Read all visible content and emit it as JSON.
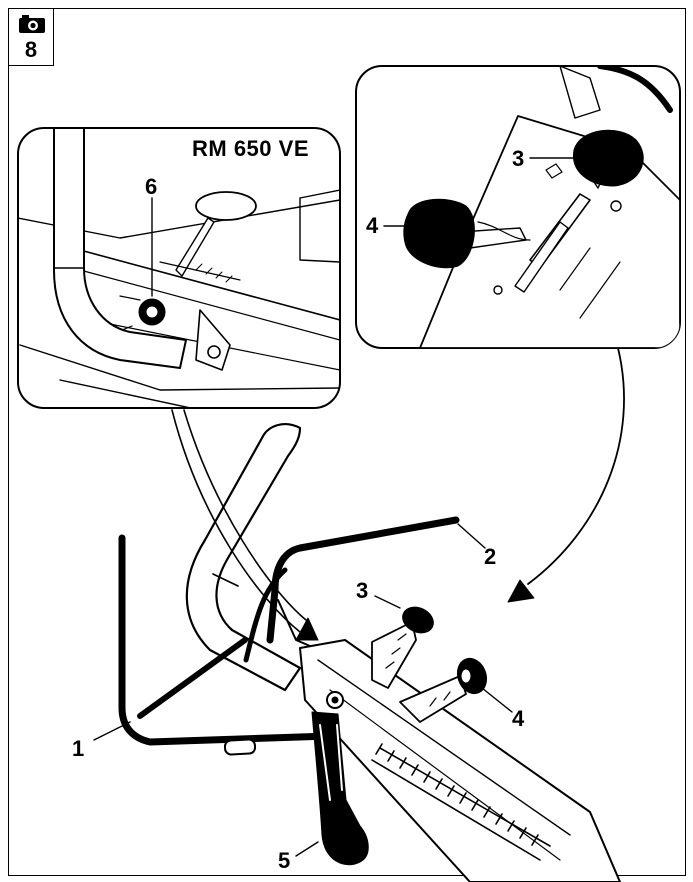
{
  "figure": {
    "number": "8",
    "icon": "camera-icon"
  },
  "inset_left": {
    "model_label": "RM 650 VE",
    "callout": "6"
  },
  "inset_right": {
    "callouts": [
      "3",
      "4"
    ]
  },
  "main": {
    "callouts": [
      "1",
      "2",
      "3",
      "4",
      "5"
    ]
  },
  "colors": {
    "line": "#000000",
    "background": "#ffffff"
  }
}
